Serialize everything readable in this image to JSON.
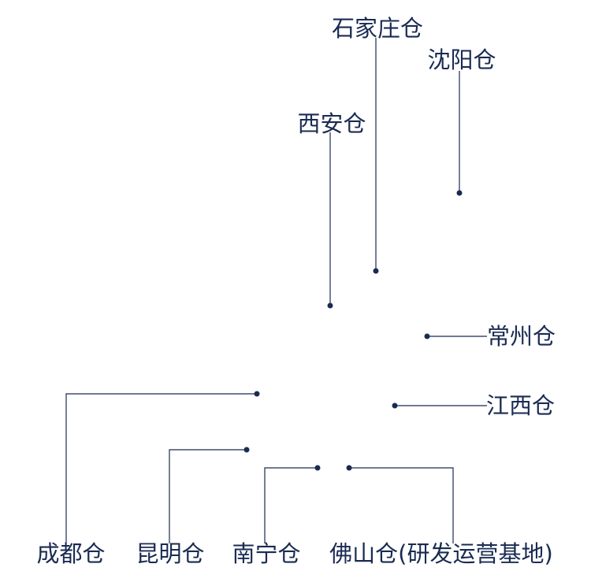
{
  "colors": {
    "ink": "#1a2b52",
    "background": "#ffffff"
  },
  "warehouses": [
    {
      "id": "shijiazhuang",
      "name": "石家庄仓"
    },
    {
      "id": "shenyang",
      "name": "沈阳仓"
    },
    {
      "id": "xian",
      "name": "西安仓"
    },
    {
      "id": "changzhou",
      "name": "常州仓"
    },
    {
      "id": "jiangxi",
      "name": "江西仓"
    },
    {
      "id": "chengdu",
      "name": "成都仓"
    },
    {
      "id": "kunming",
      "name": "昆明仓"
    },
    {
      "id": "nanning",
      "name": "南宁仓"
    },
    {
      "id": "foshan",
      "name": "佛山仓(研发运营基地)"
    }
  ]
}
